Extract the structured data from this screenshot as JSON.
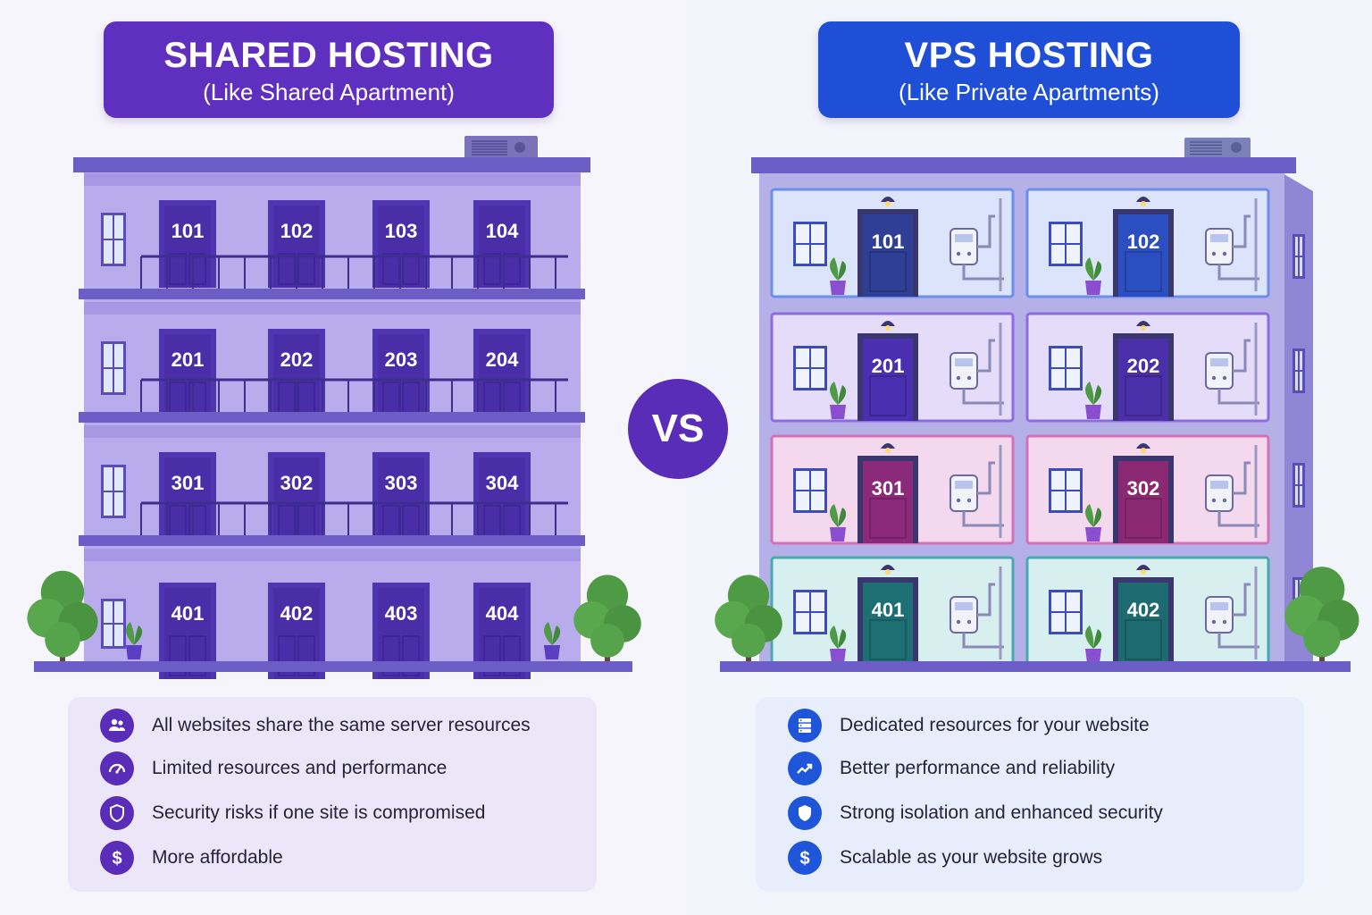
{
  "shared": {
    "title": "SHARED HOSTING",
    "subtitle": "(Like Shared Apartment)",
    "doors": [
      "101",
      "102",
      "103",
      "104",
      "201",
      "202",
      "203",
      "204",
      "301",
      "302",
      "303",
      "304",
      "401",
      "402",
      "403",
      "404"
    ],
    "features": [
      {
        "icon": "users-icon",
        "text": "All websites share the same server resources"
      },
      {
        "icon": "speedometer-icon",
        "text": "Limited resources and performance"
      },
      {
        "icon": "shield-icon",
        "text": "Security risks if one site is compromised"
      },
      {
        "icon": "dollar-icon",
        "text": "More affordable"
      }
    ],
    "accent": "#5f2fc0"
  },
  "vs": "VS",
  "vps": {
    "title": "VPS HOSTING",
    "subtitle": "(Like Private Apartments)",
    "doors": [
      "101",
      "102",
      "201",
      "202",
      "301",
      "302",
      "401",
      "402"
    ],
    "features": [
      {
        "icon": "server-icon",
        "text": "Dedicated resources for your website"
      },
      {
        "icon": "trend-up-icon",
        "text": "Better performance and reliability"
      },
      {
        "icon": "shield-icon",
        "text": "Strong isolation and enhanced security"
      },
      {
        "icon": "dollar-icon",
        "text": "Scalable as your website grows"
      }
    ],
    "accent": "#1f4fd6"
  }
}
